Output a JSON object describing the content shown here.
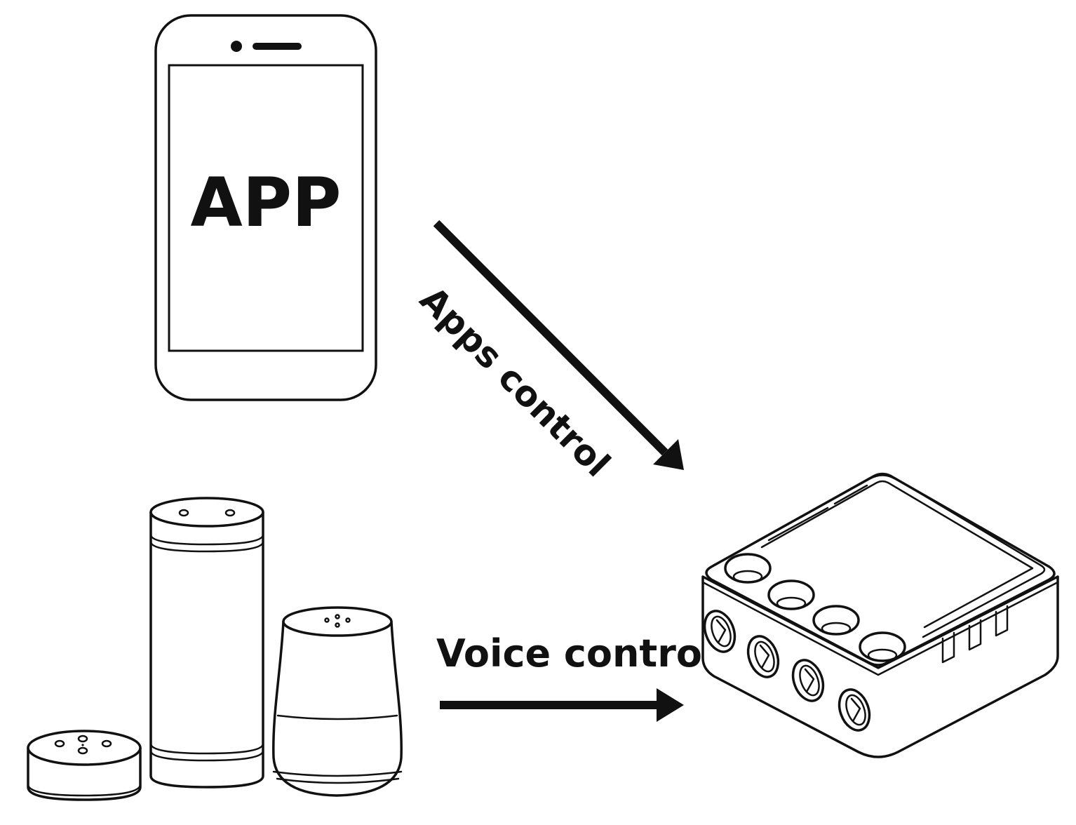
{
  "diagram": {
    "phone_screen_text": "APP",
    "arrow_app_label": "Apps control",
    "arrow_voice_label": "Voice control",
    "line_color": "#111111",
    "background_color": "#ffffff"
  }
}
